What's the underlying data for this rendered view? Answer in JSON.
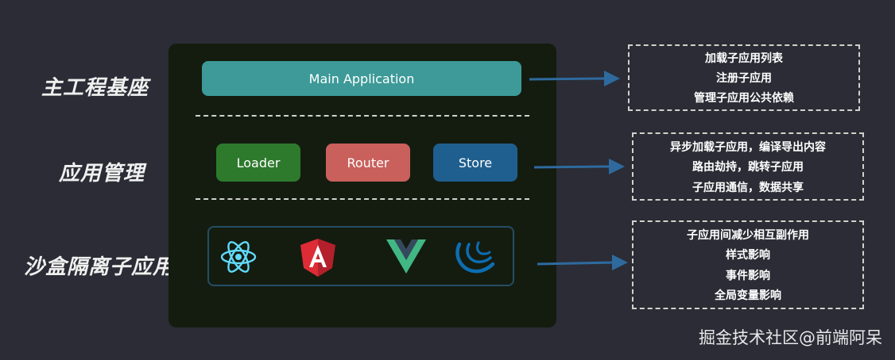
{
  "rows": [
    {
      "label": "主工程基座"
    },
    {
      "label": "应用管理"
    },
    {
      "label": "沙盒隔离子应用"
    }
  ],
  "main_app": {
    "label": "Main Application",
    "color": "#3d9a98"
  },
  "modules": [
    {
      "label": "Loader",
      "color": "#2d7a2d"
    },
    {
      "label": "Router",
      "color": "#c9605c"
    },
    {
      "label": "Store",
      "color": "#1f5f8f"
    }
  ],
  "frameworks": [
    {
      "icon": "react-icon"
    },
    {
      "icon": "angular-icon"
    },
    {
      "icon": "vue-icon"
    },
    {
      "icon": "jquery-icon"
    }
  ],
  "descriptions": [
    {
      "lines": [
        "加载子应用列表",
        "注册子应用",
        "管理子应用公共依赖"
      ]
    },
    {
      "lines": [
        "异步加载子应用，编译导出内容",
        "路由劫持，跳转子应用",
        "子应用通信，数据共享"
      ]
    },
    {
      "lines": [
        "子应用间减少相互副作用",
        "样式影响",
        "事件影响",
        "全局变量影响"
      ]
    }
  ],
  "colors": {
    "background": "#2b2c35",
    "panel": "#141c10",
    "arrow": "#2e6a9e"
  },
  "watermark": "掘金技术社区@前端阿呆"
}
